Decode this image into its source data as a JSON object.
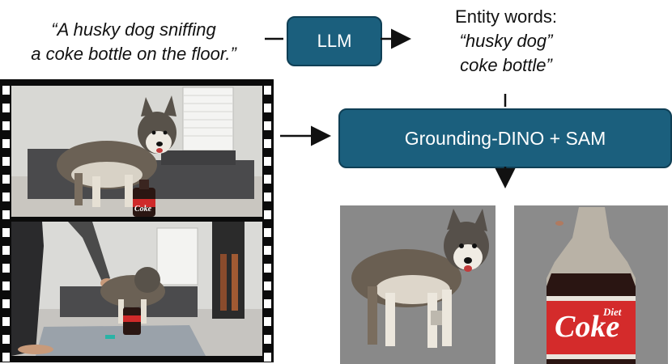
{
  "prompt_quote": {
    "line1": "“A husky dog sniffing",
    "line2": "a coke bottle on the floor.”"
  },
  "llm_box": {
    "label": "LLM"
  },
  "entity": {
    "title": "Entity words:",
    "word1": "“husky dog”",
    "word2": "coke bottle”"
  },
  "grounding_box": {
    "label": "Grounding-DINO + SAM"
  },
  "bottle_label_text": "Coke",
  "bottle_label_small": "Diet",
  "colors": {
    "box_fill": "#1b5f7d",
    "box_border": "#0f3f55",
    "film": "#0b0b0b",
    "panel_bg": "#8a8a8a"
  }
}
